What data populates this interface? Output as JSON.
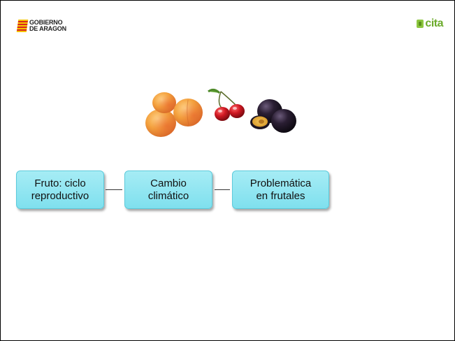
{
  "header": {
    "aragon_logo": {
      "line1": "GOBIERNO",
      "line2": "DE ARAGON",
      "icon": "aragon-flag-icon",
      "colors": {
        "yellow": "#f5c400",
        "red": "#d9261c"
      }
    },
    "cita_logo": {
      "text": "cita",
      "icon": "cita-leaf-icon",
      "color": "#6cab2c"
    }
  },
  "illustration": {
    "subject": "fruit-image",
    "items": [
      "apricots",
      "cherries",
      "plums"
    ]
  },
  "concepts": [
    {
      "label": "Fruto: ciclo\nreproductivo"
    },
    {
      "label": "Cambio\nclimático"
    },
    {
      "label": "Problemática\nen frutales"
    }
  ],
  "colors": {
    "box_fill": "#8fe6f1",
    "box_border": "#5ccadb"
  }
}
